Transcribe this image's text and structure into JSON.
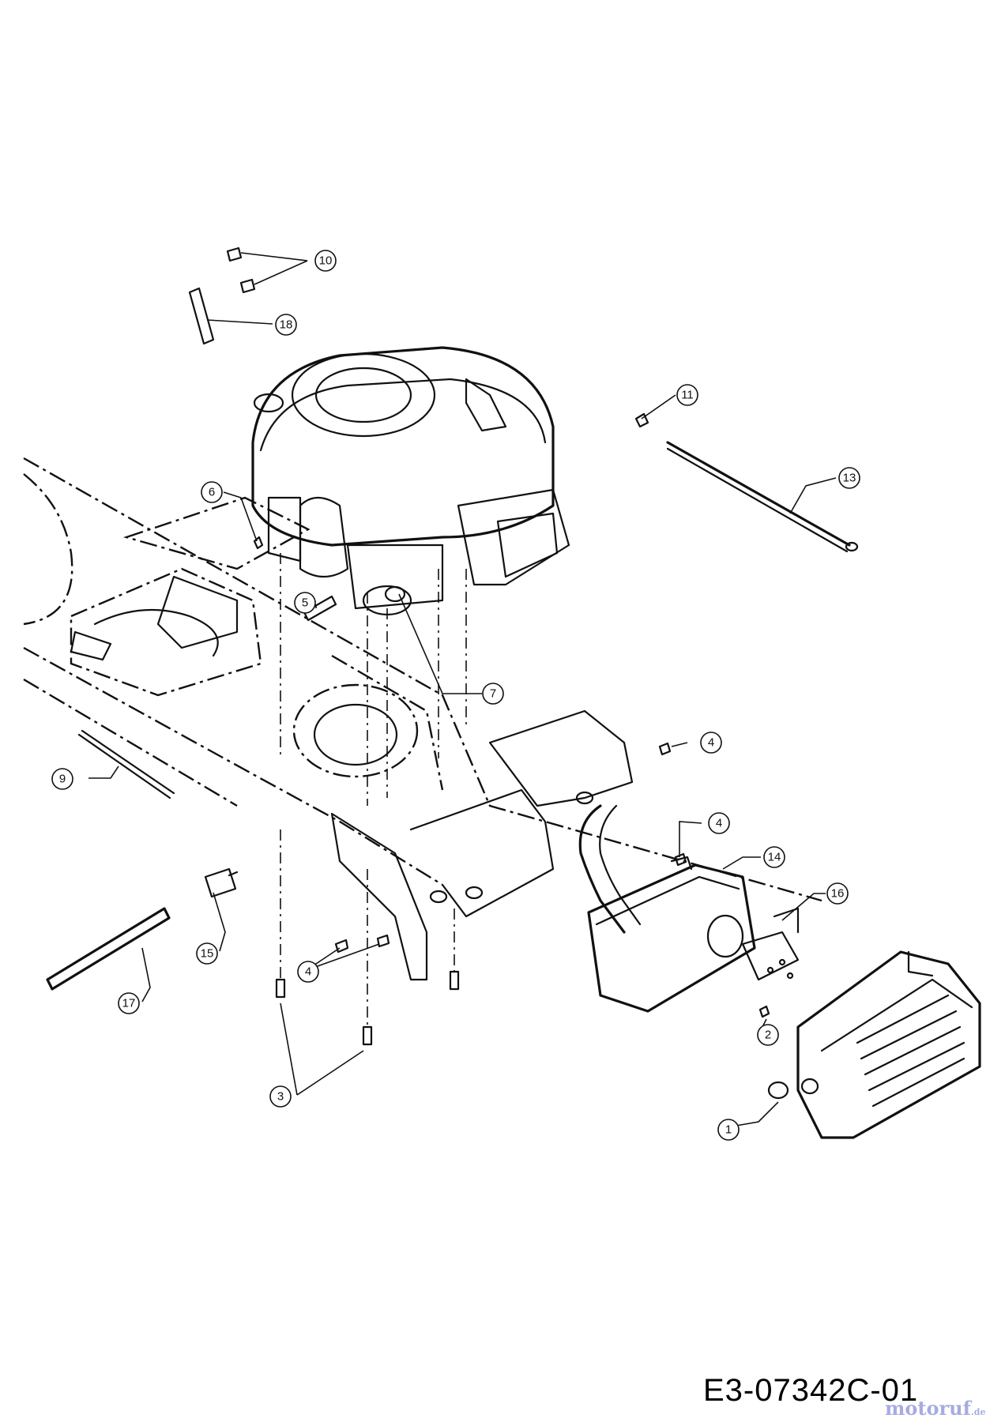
{
  "diagram": {
    "drawing_number": "E3-07342C-01",
    "watermark": "motoruf",
    "callouts": [
      {
        "id": "c1",
        "label": "1"
      },
      {
        "id": "c2",
        "label": "2"
      },
      {
        "id": "c3",
        "label": "3"
      },
      {
        "id": "c4a",
        "label": "4"
      },
      {
        "id": "c4b",
        "label": "4"
      },
      {
        "id": "c4c",
        "label": "4"
      },
      {
        "id": "c5",
        "label": "5"
      },
      {
        "id": "c6",
        "label": "6"
      },
      {
        "id": "c7",
        "label": "7"
      },
      {
        "id": "c9",
        "label": "9"
      },
      {
        "id": "c10",
        "label": "10"
      },
      {
        "id": "c11",
        "label": "11"
      },
      {
        "id": "c13",
        "label": "13"
      },
      {
        "id": "c14",
        "label": "14"
      },
      {
        "id": "c15",
        "label": "15"
      },
      {
        "id": "c16",
        "label": "16"
      },
      {
        "id": "c17",
        "label": "17"
      },
      {
        "id": "c18",
        "label": "18"
      }
    ]
  }
}
